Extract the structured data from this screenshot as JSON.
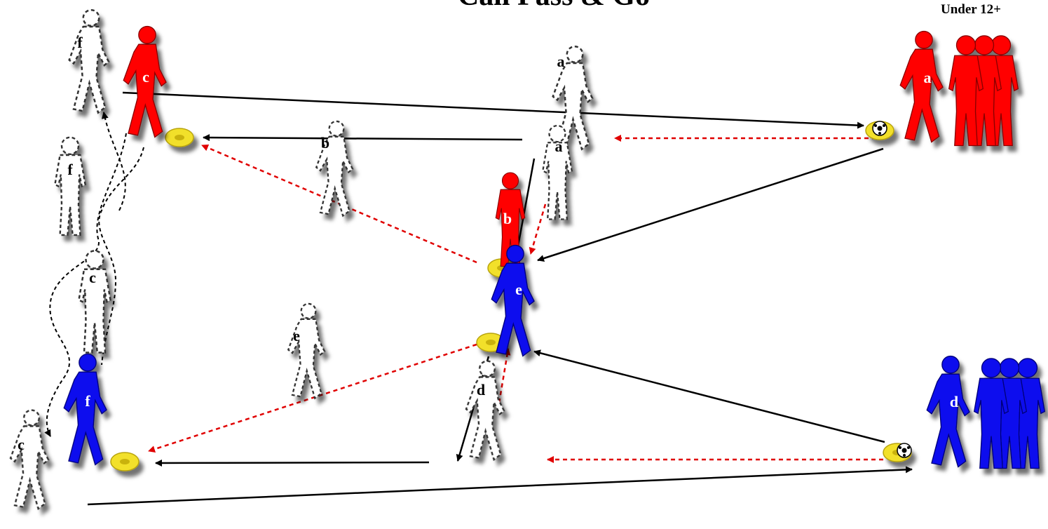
{
  "header": {
    "title": "Call Pass & Go",
    "age_group": "Under 12+"
  },
  "colors": {
    "team_red": "#ff0000",
    "team_blue": "#1010ee",
    "cone": "#f2e02a",
    "pass_line": "#e00000",
    "run_line": "#000000"
  },
  "players": [
    {
      "label": "a",
      "team": "red",
      "role": "queue-front"
    },
    {
      "label": "d",
      "team": "blue",
      "role": "queue-front"
    },
    {
      "label": "c",
      "team": "red",
      "role": "active"
    },
    {
      "label": "b",
      "team": "red",
      "role": "active"
    },
    {
      "label": "e",
      "team": "blue",
      "role": "active"
    },
    {
      "label": "f",
      "team": "blue",
      "role": "active"
    },
    {
      "label": "a",
      "team": "ghost"
    },
    {
      "label": "a",
      "team": "ghost"
    },
    {
      "label": "b",
      "team": "ghost"
    },
    {
      "label": "f",
      "team": "ghost"
    },
    {
      "label": "f",
      "team": "ghost"
    },
    {
      "label": "c",
      "team": "ghost"
    },
    {
      "label": "c",
      "team": "ghost"
    },
    {
      "label": "e",
      "team": "ghost"
    },
    {
      "label": "d",
      "team": "ghost"
    }
  ]
}
